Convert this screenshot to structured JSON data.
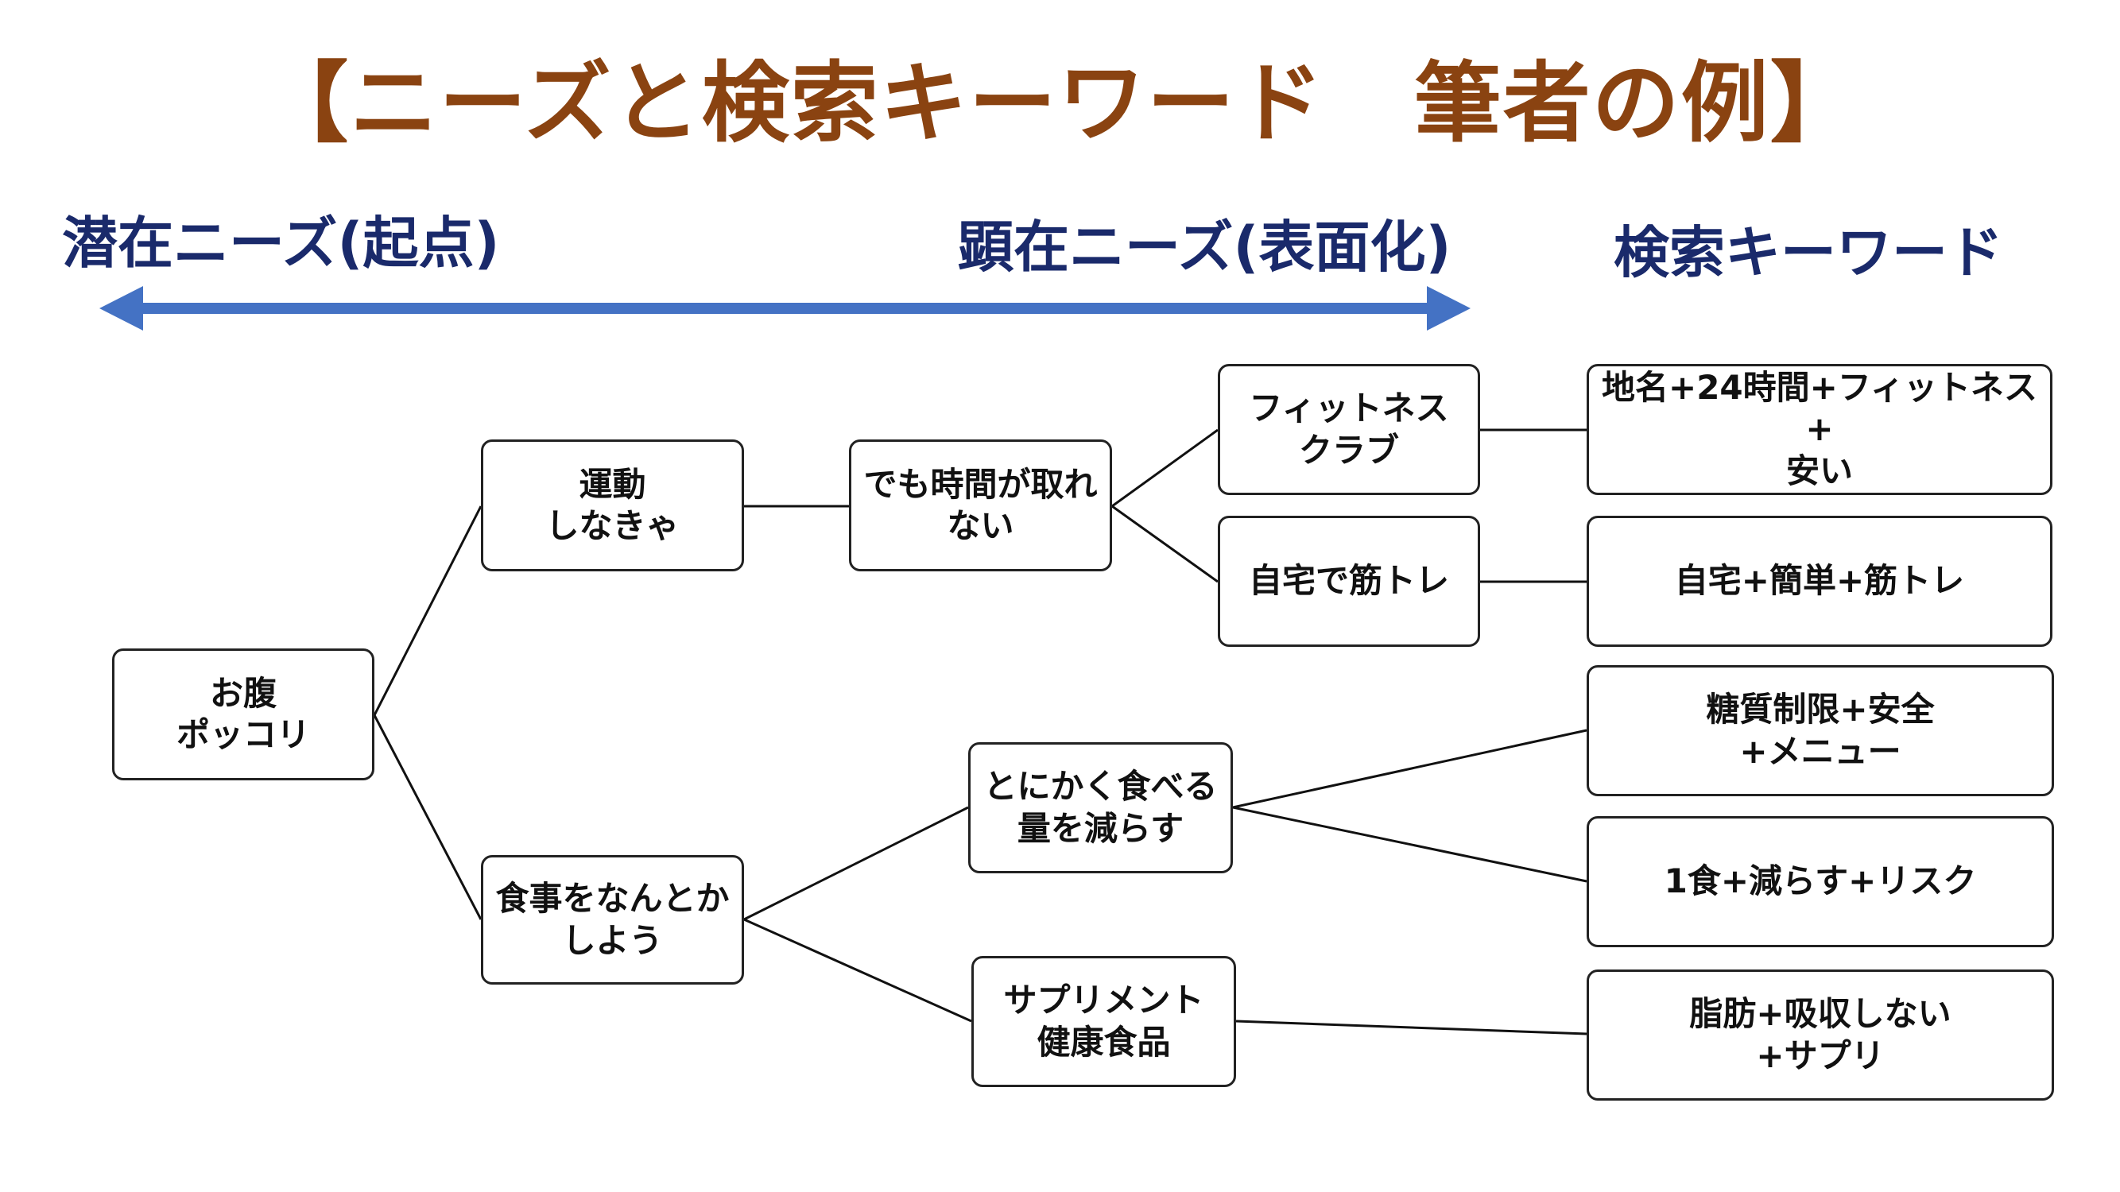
{
  "title": "【ニーズと検索キーワード　筆者の例】",
  "headings": {
    "latent": "潜在ニーズ(起点)",
    "manifest": "顕在ニーズ(表面化)",
    "keywords": "検索キーワード"
  },
  "colors": {
    "title": "#8a4311",
    "heading": "#1a2a6b",
    "arrow": "#4472c4",
    "box_border": "#222222"
  },
  "nodes": {
    "root": "お腹\nポッコリ",
    "exercise": "運動\nしなきゃ",
    "diet": "食事をなんとか\nしよう",
    "no_time": "でも時間が取れ\nない",
    "fitness_club": "フィットネス\nクラブ",
    "home_training": "自宅で筋トレ",
    "eat_less": "とにかく食べる\n量を減らす",
    "supplement": "サプリメント\n健康食品"
  },
  "keywords": {
    "fitness": "地名+24時間+フィットネス+\n安い",
    "home": "自宅+簡単+筋トレ",
    "sugar": "糖質制限+安全\n+メニュー",
    "one_meal": "1食+減らす+リスク",
    "fat": "脂肪+吸収しない\n+サプリ"
  }
}
